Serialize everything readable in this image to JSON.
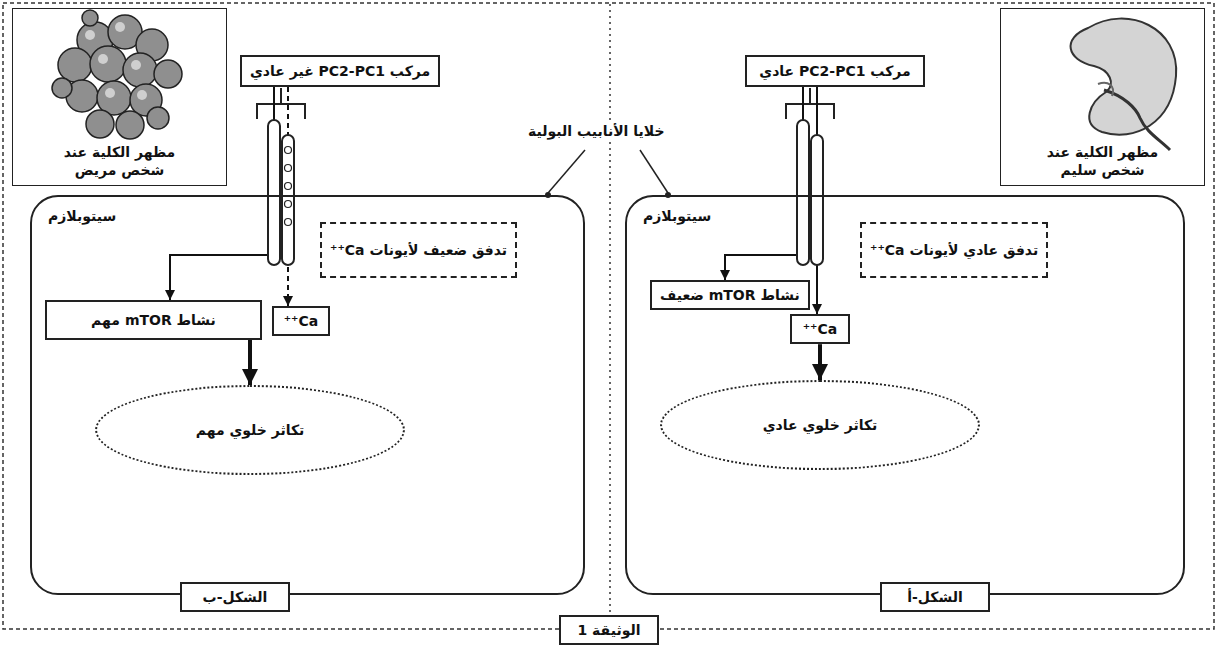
{
  "diagram": {
    "nodes": [
      {
        "text": [
          "مظهر الكلية عند شخص سليم"
        ]
      },
      {
        "text": [
          "مركب PC2-PC1 عادي"
        ]
      },
      {
        "text": [
          "سيتوبلازم"
        ]
      },
      {
        "text": [
          "تدفق عادي لأيونات Ca⁺⁺"
        ],
        "in": 2
      },
      {
        "text": [
          "نشاط mTOR ضعيف"
        ],
        "in": 2
      },
      {
        "text": [
          "Ca⁺⁺"
        ],
        "in": 2
      },
      {
        "text": [
          "تكاثر خلوي عادي"
        ],
        "in": 2
      },
      {
        "text": [
          "الشكل-أ"
        ]
      },
      {
        "text": [
          "مظهر الكلية عند شخص مريض"
        ]
      },
      {
        "text": [
          "مركب PC2-PC1 غير عادي"
        ]
      },
      {
        "text": [
          "سيتوبلازم"
        ]
      },
      {
        "text": [
          "تدفق ضعيف لأيونات Ca⁺⁺"
        ],
        "in": 10
      },
      {
        "text": [
          "نشاط mTOR مهم"
        ],
        "in": 10
      },
      {
        "text": [
          "Ca⁺⁺"
        ],
        "in": 10
      },
      {
        "text": [
          "تكاثر خلوي مهم"
        ],
        "in": 10
      },
      {
        "text": [
          "الشكل-ب"
        ]
      },
      {
        "text": [
          "الوثيقة 1"
        ]
      }
    ],
    "edges": [
      {
        "from": 1,
        "to": 4,
        "arrow": "to"
      },
      {
        "from": 1,
        "to": 5,
        "arrow": "to"
      },
      {
        "from": 5,
        "to": 6,
        "arrow": "to"
      },
      {
        "from": 9,
        "to": 12,
        "arrow": "to"
      },
      {
        "from": 9,
        "to": 13,
        "arrow": "to"
      },
      {
        "from": 12,
        "to": 14,
        "arrow": "to"
      }
    ],
    "labels": [
      "خلايا الأنابيب البولية"
    ]
  }
}
